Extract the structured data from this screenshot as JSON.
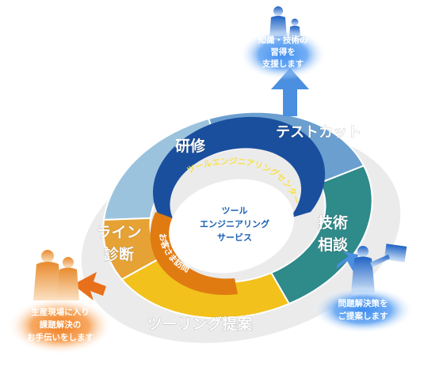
{
  "colors": {
    "top_segment": "#9cc3dd",
    "right_top_segment": "#6a9fd0",
    "right_segment": "#2f8a8a",
    "bottom_segment": "#f2c11c",
    "left_segment": "#e6a234",
    "inner_blue_ring": "#1a4f9e",
    "inner_orange_ring": "#e07b12",
    "center_text": "#1a5fb4",
    "bubble_blue": "#4a8fe0",
    "bubble_orange": "#f08a2a"
  },
  "segments": {
    "top": "研修",
    "right_top": "テストカット",
    "right": {
      "line1": "技術",
      "line2": "相談"
    },
    "bottom": "ツーリング提案",
    "left": {
      "line1": "ライン",
      "line2": "診断"
    }
  },
  "inner_ring": {
    "blue_text": "ツールエンジニアリングセンター",
    "orange_text": "お客さま訪問"
  },
  "center": {
    "line1": "ツール",
    "line2": "エンジニアリング",
    "line3": "サービス"
  },
  "bubbles": {
    "top_right": {
      "line1": "知識・技術の",
      "line2": "習得を",
      "line3": "支援します"
    },
    "bottom_right": {
      "line1": "問題解決策を",
      "line2": "ご提案します"
    },
    "bottom_left": {
      "line1": "生産現場に入り",
      "line2": "課題解決の",
      "line3": "お手伝いをします"
    }
  },
  "icons": {
    "top_right_figures": "people-silhouette-icon",
    "bottom_right_figure": "presenter-silhouette-icon",
    "bottom_left_figures": "workers-silhouette-icon"
  }
}
